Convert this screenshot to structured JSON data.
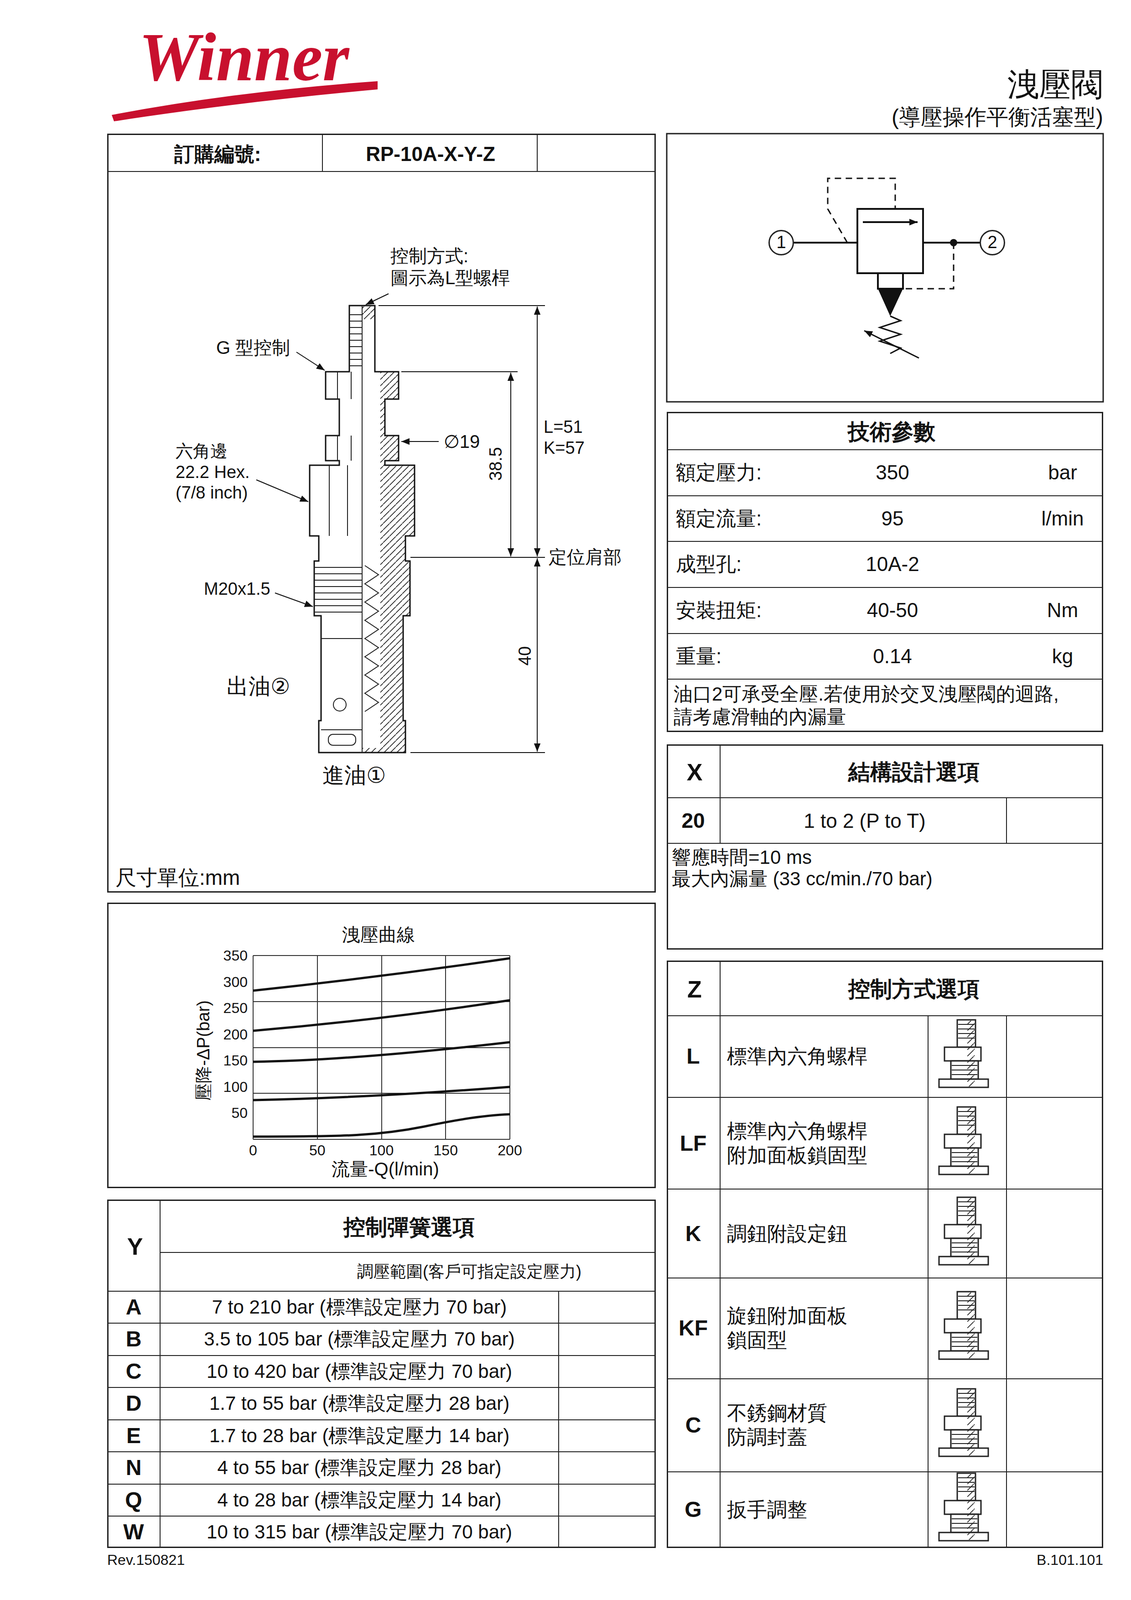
{
  "diagram": {
    "title": "洩壓閥",
    "nodes": [
      {
        "text": [
          "訂購編號:",
          "RP-10A-X-Y-Z"
        ]
      },
      {
        "text": [
          "1"
        ]
      },
      {
        "text": [
          "2"
        ]
      },
      {
        "text": [
          "技術參數"
        ]
      },
      {
        "text": [
          "X",
          "結構設計選項"
        ]
      },
      {
        "text": [
          "洩壓曲線"
        ]
      },
      {
        "text": [
          "Y",
          "控制彈簧選項"
        ]
      },
      {
        "text": [
          "Z",
          "控制方式選項"
        ]
      }
    ],
    "labels": [
      "Winner",
      "(導壓操作平衡活塞型)",
      "控制方式: 圖示為L型螺桿",
      "G 型控制",
      "六角邊 22.2 Hex. (7/8 inch)",
      "M20x1.5",
      "出油②",
      "進油①",
      "∅19",
      "38.5",
      "L=51 K=57",
      "定位肩部",
      "40",
      "尺寸單位:mm",
      "額定壓力:",
      "350",
      "bar",
      "額定流量:",
      "95",
      "l/min",
      "成型孔:",
      "10A-2",
      "安裝扭矩:",
      "40-50",
      "Nm",
      "重量:",
      "0.14",
      "kg",
      "油口2可承受全壓.若使用於交叉洩壓閥的迴路, 請考慮滑軸的內漏量",
      "20",
      "1 to 2 (P to T)",
      "響應時間=10 ms",
      "最大內漏量 (33 cc/min./70 bar)",
      "350",
      "300",
      "250",
      "200",
      "150",
      "100",
      "50",
      "0",
      "50",
      "100",
      "150",
      "200",
      "壓降-ΔP(bar)",
      "流量-Q(l/min)",
      "調壓範圍(客戶可指定設定壓力)",
      "A",
      "7 to 210 bar (標準設定壓力 70 bar)",
      "B",
      "3.5 to 105 bar (標準設定壓力 70 bar)",
      "C",
      "10 to 420 bar (標準設定壓力 70 bar)",
      "D",
      "1.7 to 55 bar (標準設定壓力 28 bar)",
      "E",
      "1.7 to 28 bar (標準設定壓力 14 bar)",
      "N",
      "4 to 55 bar (標準設定壓力 28 bar)",
      "Q",
      "4 to 28 bar (標準設定壓力 14 bar)",
      "W",
      "10 to 315 bar (標準設定壓力 70 bar)",
      "L",
      "標準內六角螺桿",
      "LF",
      "標準內六角螺桿 附加面板鎖固型",
      "K",
      "調鈕附設定鈕",
      "KF",
      "旋鈕附加面板 鎖固型",
      "C",
      "不銹鋼材質 防調封蓋",
      "G",
      "扳手調整",
      "Rev.150821",
      "B.101.101"
    ]
  }
}
